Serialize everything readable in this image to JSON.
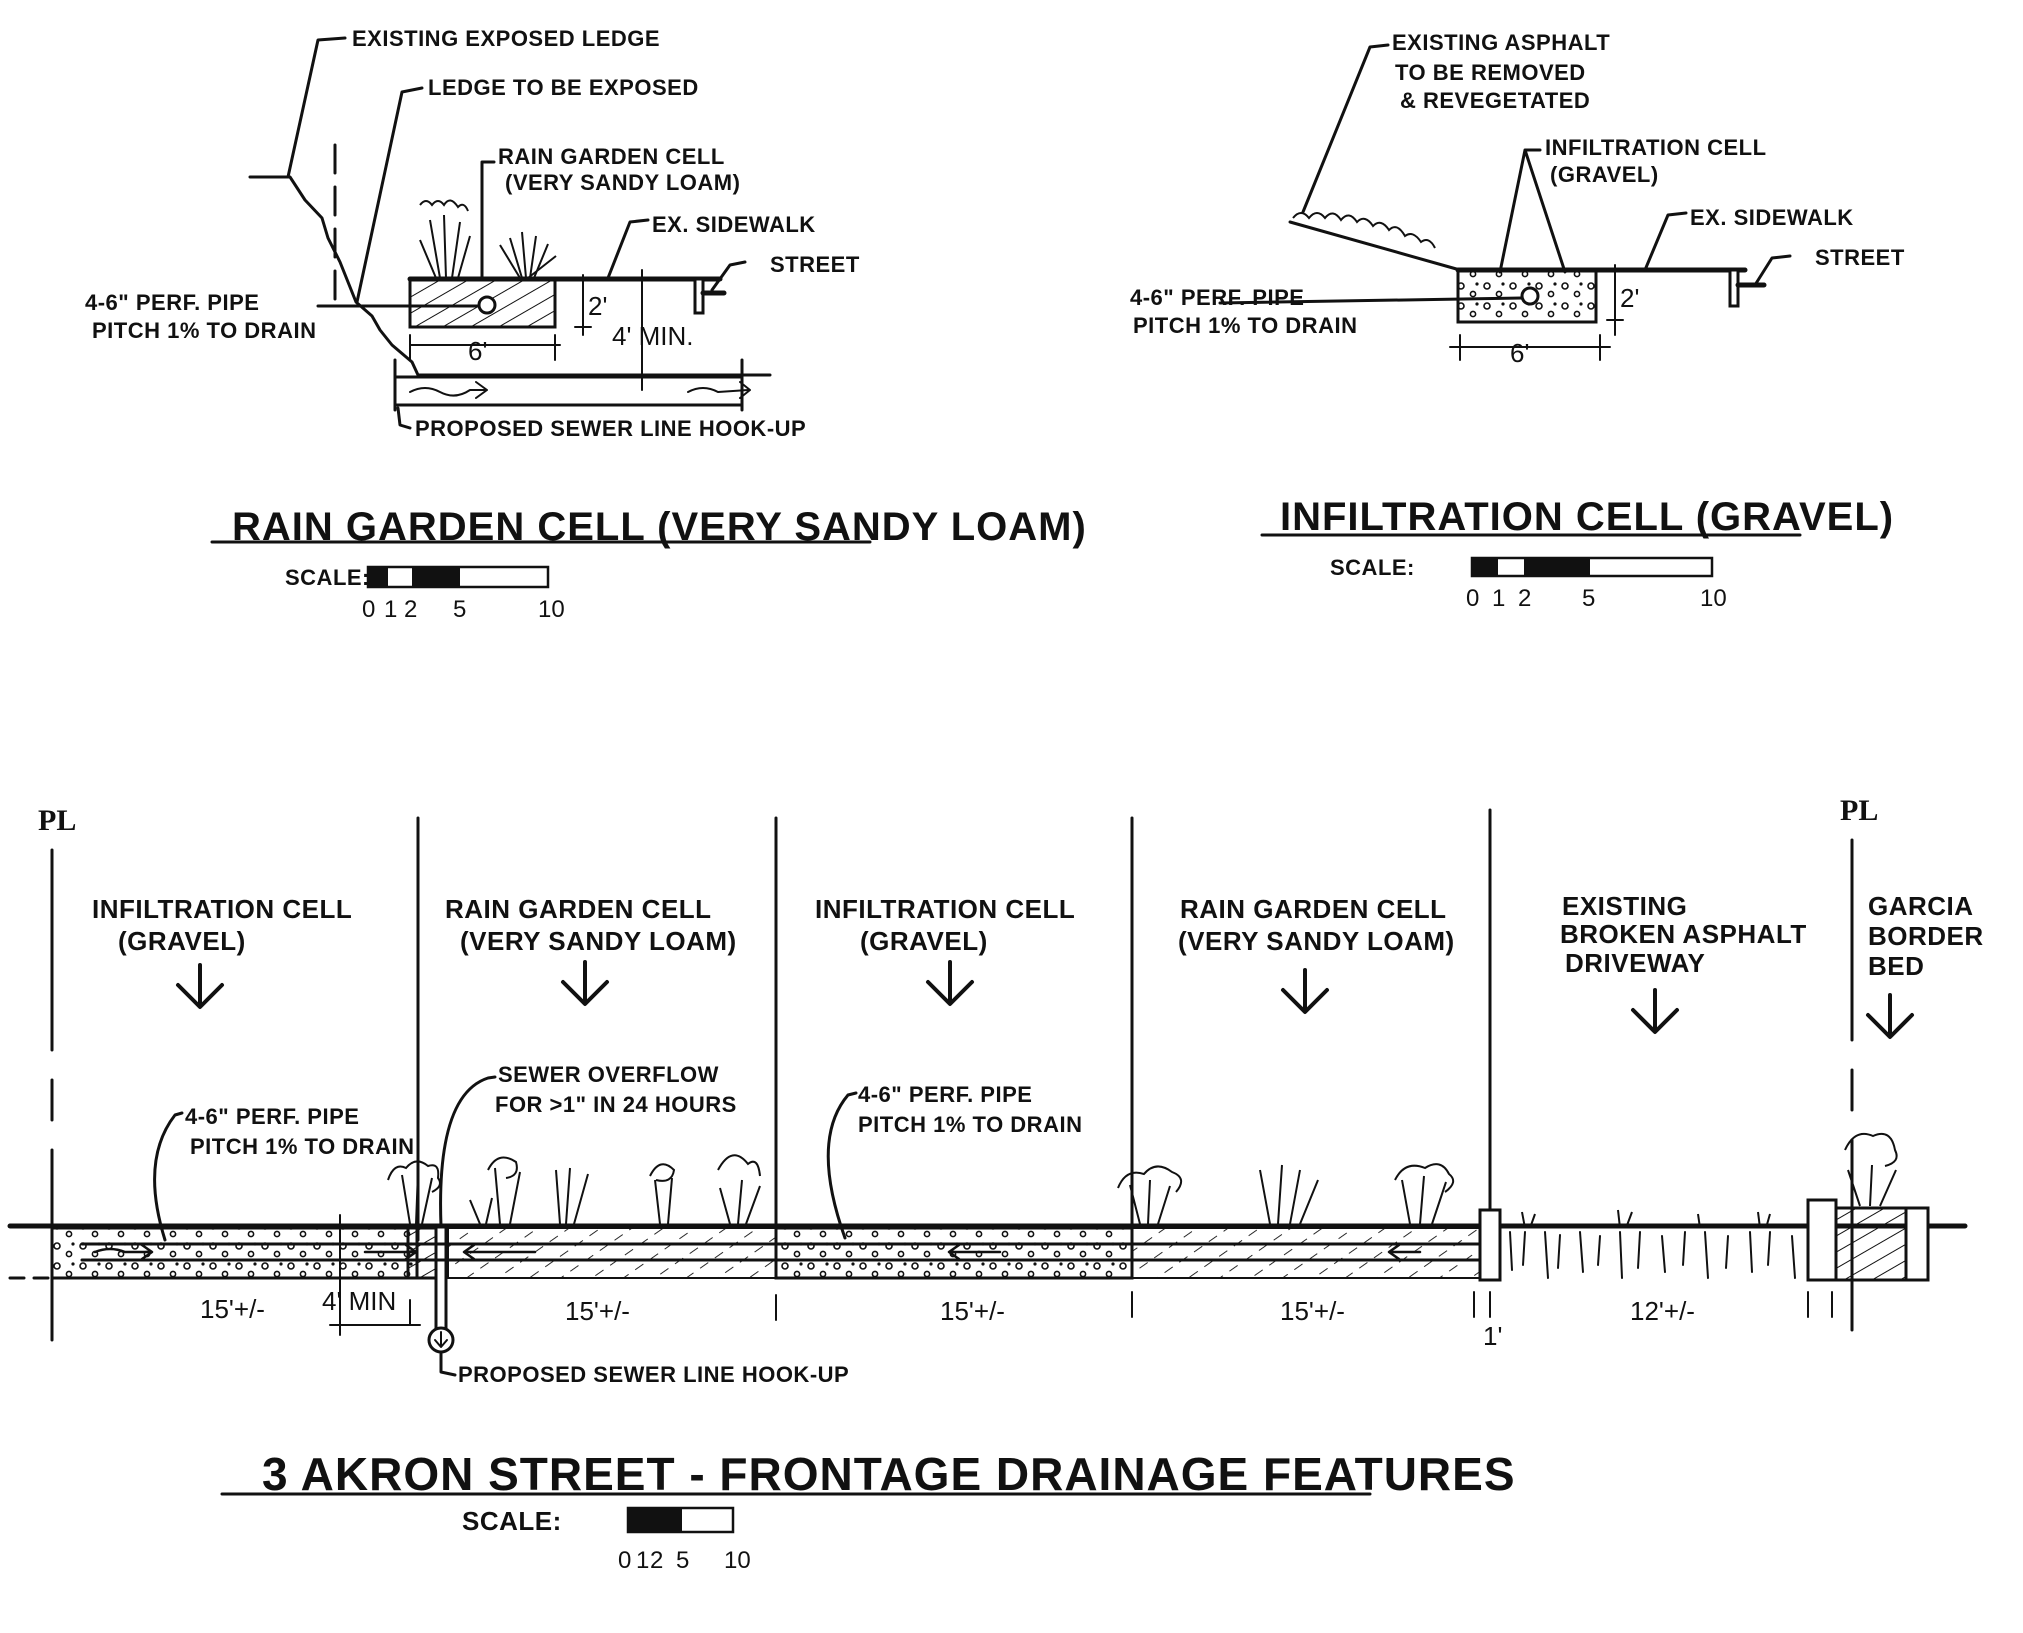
{
  "sheet": {
    "ink_color": "#111111",
    "paper_color": "#ffffff"
  },
  "detail_rain_garden": {
    "title": "RAIN GARDEN CELL (VERY SANDY LOAM)",
    "callouts": {
      "existing_ledge": "EXISTING EXPOSED LEDGE",
      "ledge_to_expose": "LEDGE TO BE EXPOSED",
      "cell_line1": "RAIN GARDEN CELL",
      "cell_line2": "(VERY SANDY LOAM)",
      "sidewalk": "EX. SIDEWALK",
      "street": "STREET",
      "pipe_line1": "4-6\" PERF. PIPE",
      "pipe_line2": "PITCH 1% TO DRAIN",
      "sewer": "PROPOSED SEWER LINE HOOK-UP"
    },
    "dimensions": {
      "depth": "2'",
      "width": "6'",
      "setback": "4' MIN."
    },
    "scale": {
      "label": "SCALE:",
      "ticks": [
        "0",
        "1",
        "2",
        "5",
        "10"
      ]
    }
  },
  "detail_infiltration": {
    "title": "INFILTRATION CELL (GRAVEL)",
    "callouts": {
      "asphalt_line1": "EXISTING ASPHALT",
      "asphalt_line2": "TO BE REMOVED",
      "asphalt_line3": "& REVEGETATED",
      "cell_line1": "INFILTRATION CELL",
      "cell_line2": "(GRAVEL)",
      "sidewalk": "EX. SIDEWALK",
      "street": "STREET",
      "pipe_line1": "4-6\" PERF. PIPE",
      "pipe_line2": "PITCH 1% TO DRAIN"
    },
    "dimensions": {
      "depth": "2'",
      "width": "6'"
    },
    "scale": {
      "label": "SCALE:",
      "ticks": [
        "0",
        "1",
        "2",
        "5",
        "10"
      ]
    }
  },
  "frontage": {
    "title": "3 AKRON STREET - FRONTAGE DRAINAGE FEATURES",
    "property_line_label": "PL",
    "zones": [
      {
        "line1": "INFILTRATION CELL",
        "line2": "(GRAVEL)",
        "line3": "",
        "dimension": "15'+/-"
      },
      {
        "line1": "RAIN GARDEN CELL",
        "line2": "(VERY SANDY LOAM)",
        "line3": "",
        "dimension": "15'+/-"
      },
      {
        "line1": "INFILTRATION CELL",
        "line2": "(GRAVEL)",
        "line3": "",
        "dimension": "15'+/-"
      },
      {
        "line1": "RAIN GARDEN CELL",
        "line2": "(VERY SANDY LOAM)",
        "line3": "",
        "dimension": "15'+/-"
      },
      {
        "line1": "EXISTING",
        "line2": "BROKEN ASPHALT",
        "line3": "DRIVEWAY",
        "dimension": "12'+/-"
      },
      {
        "line1": "GARCIA",
        "line2": "BORDER",
        "line3": "BED",
        "dimension": ""
      }
    ],
    "callouts": {
      "pipe_a_line1": "4-6\" PERF. PIPE",
      "pipe_a_line2": "PITCH 1% TO DRAIN",
      "overflow_line1": "SEWER OVERFLOW",
      "overflow_line2": "FOR >1\" IN 24 HOURS",
      "pipe_b_line1": "4-6\" PERF. PIPE",
      "pipe_b_line2": "PITCH 1% TO DRAIN",
      "setback": "4' MIN",
      "sewer": "PROPOSED SEWER LINE HOOK-UP",
      "curb_gap": "1'"
    },
    "scale": {
      "label": "SCALE:",
      "ticks": [
        "0",
        "1",
        "2",
        "5",
        "10"
      ]
    }
  }
}
